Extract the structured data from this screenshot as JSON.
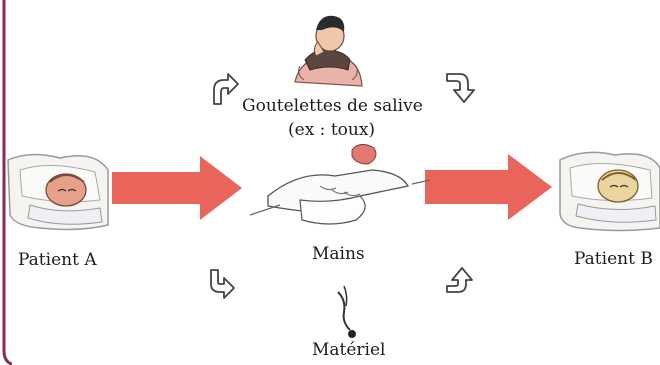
{
  "nodes": {
    "patient_a": "Patient A",
    "patient_b": "Patient B",
    "saliva_line1": "Goutelettes de salive",
    "saliva_line2": "(ex : toux)",
    "hands": "Mains",
    "material": "Matériel"
  },
  "colors": {
    "frame": "#8a2a5a",
    "big_arrow": "#e9645a",
    "curved_arrow": "#444444"
  }
}
